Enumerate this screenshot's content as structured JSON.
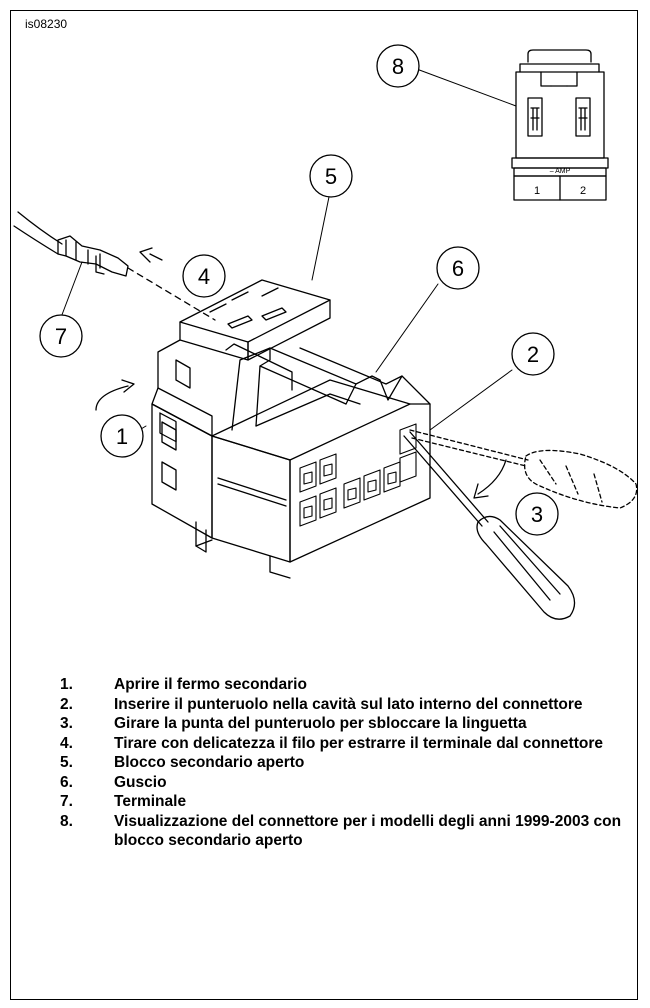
{
  "illustration_id": "is08230",
  "callouts": [
    "1",
    "2",
    "3",
    "4",
    "5",
    "6",
    "7",
    "8"
  ],
  "inset": {
    "brand": "– AMP",
    "pin_left": "1",
    "pin_right": "2"
  },
  "legend": [
    {
      "num": "1.",
      "text": "Aprire il fermo secondario"
    },
    {
      "num": "2.",
      "text": "Inserire il punteruolo nella cavità sul lato interno del connettore"
    },
    {
      "num": "3.",
      "text": "Girare la punta del punteruolo per sbloccare la linguetta"
    },
    {
      "num": "4.",
      "text": "Tirare con delicatezza il filo per estrarre il terminale dal connettore"
    },
    {
      "num": "5.",
      "text": "Blocco secondario aperto"
    },
    {
      "num": "6.",
      "text": "Guscio"
    },
    {
      "num": "7.",
      "text": "Terminale"
    },
    {
      "num": "8.",
      "text": "Visualizzazione del connettore per i modelli degli anni 1999-2003 con blocco secondario aperto"
    }
  ]
}
